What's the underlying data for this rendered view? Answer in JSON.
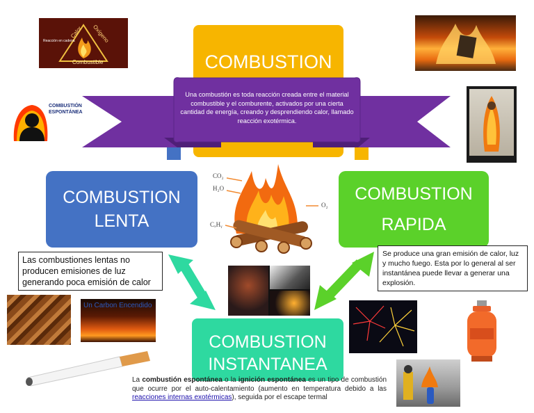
{
  "top": {
    "title": "COMBUSTION",
    "definition": "Una combustión es toda reacción creada entre el material combustible y el comburente, activados por una cierta cantidad de energía, creando y desprendiendo calor, llamado reacción exotérmica."
  },
  "left": {
    "title_line1": "COMBUSTION",
    "title_line2": "LENTA",
    "note": "Las combustiones lentas no producen emisiones de luz generando poca emisión de calor"
  },
  "right": {
    "title_line1": "COMBUSTION",
    "title_line2": "RAPIDA",
    "note": " Se produce una gran emisión de calor, luz y mucho fuego. Esta por lo general al ser instantánea puede llevar a generar una explosión."
  },
  "bottom": {
    "title_line1": "COMBUSTION",
    "title_line2": "INSTANTANEA"
  },
  "triangle_image": {
    "calor": "Calor",
    "oxigeno": "Oxígeno",
    "combustible": "Combustible",
    "caption": "Reacción en cadena"
  },
  "spontaneous_image": {
    "label_line1": "COMBUSTIÓN",
    "label_line2": "ESPONTÁNEA"
  },
  "fire_labels": {
    "co2": "CO₂",
    "h2o": "H₂O",
    "o2": "O₂",
    "fuel": "CₓHᵧ"
  },
  "ember_image": {
    "caption": "Un Carbon Encendido"
  },
  "footer": {
    "part1": "La ",
    "bold1": "combustión espontánea",
    "part2": " o la ",
    "bold2": "ignición espontánea",
    "part3": " es un tipo de combustión que ocurre por el auto-calentamiento (aumento en temperatura debido a las ",
    "link": "reacciones internas exotérmicas",
    "part4": "), seguida por el escape termal"
  },
  "colors": {
    "yellow": "#f7b500",
    "purple": "#7030a0",
    "blue": "#4472c4",
    "green_light": "#5bd12a",
    "teal": "#2ed9a0",
    "link": "#1a0dab"
  }
}
